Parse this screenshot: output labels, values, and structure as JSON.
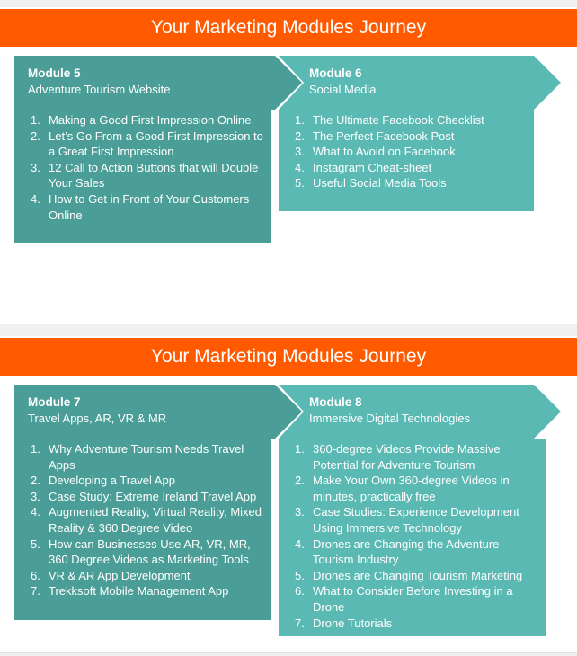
{
  "colors": {
    "banner": "#ff5a00",
    "dark_teal": "#4a9e97",
    "light_teal": "#5ab9b3"
  },
  "slides": [
    {
      "title": "Your Marketing Modules Journey",
      "left": {
        "module": "Module 5",
        "subtitle": "Adventure Tourism Website",
        "items": [
          {
            "n": "1.",
            "text": "Making a Good First Impression Online"
          },
          {
            "n": "2.",
            "text": "Let’s Go From a Good First Impression to a Great First Impression"
          },
          {
            "n": "3.",
            "text": "12 Call to Action Buttons that will Double Your Sales"
          },
          {
            "n": "4.",
            "text": "How to Get in Front of Your Customers Online"
          }
        ]
      },
      "right": {
        "module": "Module 6",
        "subtitle": "Social Media",
        "items": [
          {
            "n": "1.",
            "text": "The Ultimate Facebook Checklist"
          },
          {
            "n": "2.",
            "text": "The Perfect Facebook Post"
          },
          {
            "n": "3.",
            "text": "What to Avoid on Facebook"
          },
          {
            "n": "4.",
            "text": "Instagram Cheat-sheet"
          },
          {
            "n": "5.",
            "text": "Useful Social Media Tools"
          }
        ]
      }
    },
    {
      "title": "Your Marketing Modules Journey",
      "left": {
        "module": "Module 7",
        "subtitle": "Travel Apps, AR, VR & MR",
        "items": [
          {
            "n": "1.",
            "text": "Why Adventure Tourism Needs Travel Apps"
          },
          {
            "n": "2.",
            "text": "Developing a Travel App"
          },
          {
            "n": "3.",
            "text": "Case Study: Extreme Ireland Travel App"
          },
          {
            "n": "4.",
            "text": "Augmented Reality, Virtual Reality, Mixed Reality & 360 Degree Video"
          },
          {
            "n": "5.",
            "text": "How can Businesses Use AR, VR, MR, 360 Degree Videos as Marketing Tools"
          },
          {
            "n": "6.",
            "text": "VR & AR App Development"
          },
          {
            "n": "7.",
            "text": "Trekksoft Mobile Management App"
          }
        ]
      },
      "right": {
        "module": "Module 8",
        "subtitle": "Immersive Digital Technologies",
        "items": [
          {
            "n": "1.",
            "text": "360-degree Videos Provide Massive Potential for Adventure Tourism"
          },
          {
            "n": "2.",
            "text": "Make Your Own 360-degree Videos in minutes, practically free"
          },
          {
            "n": "3.",
            "text": "Case Studies: Experience Development Using Immersive Technology"
          },
          {
            "n": "4.",
            "text": "Drones are Changing the Adventure Tourism Industry"
          },
          {
            "n": "5.",
            "text": "Drones are Changing Tourism Marketing"
          },
          {
            "n": "6.",
            "text": "What to Consider Before Investing in a Drone"
          },
          {
            "n": "7.",
            "text": "Drone Tutorials"
          }
        ]
      }
    }
  ]
}
